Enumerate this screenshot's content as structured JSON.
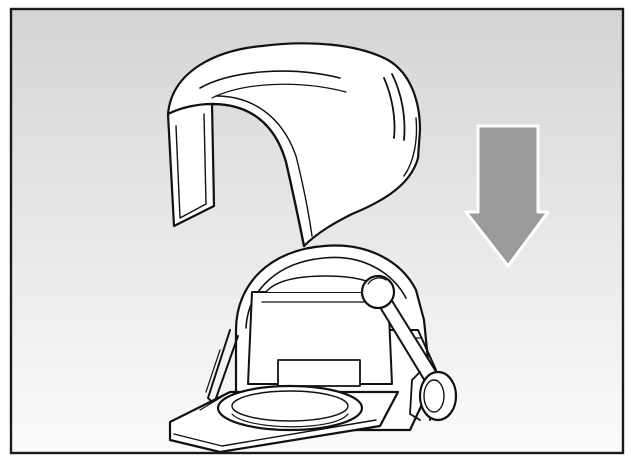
{
  "figure": {
    "background_top": "#d4d4d4",
    "background_bottom": "#fbfbfb",
    "frame_color": "#1a1a1a",
    "line_color": "#111111",
    "fill_color": "#ffffff",
    "arrow_color": "#9a9a9a",
    "arrow_direction": "down",
    "icons": [
      "lid-cover",
      "appliance-base",
      "knob",
      "down-arrow"
    ]
  }
}
